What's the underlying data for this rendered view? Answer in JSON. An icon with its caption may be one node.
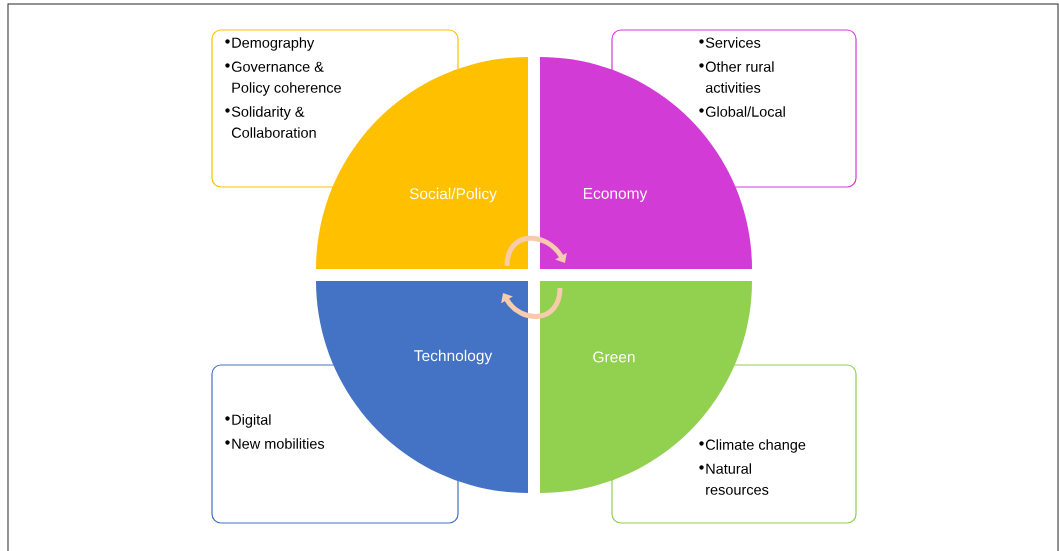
{
  "diagram": {
    "nodes": [
      {
        "text": [
          "Demography",
          "Governance & Policy coherence",
          "Solidarity & Collaboration"
        ]
      },
      {
        "text": [
          "Services",
          "Other rural activities",
          "Global/Local"
        ]
      },
      {
        "text": [
          "Social/Policy"
        ]
      },
      {
        "text": [
          "Economy"
        ]
      },
      {
        "text": [
          "Technology"
        ]
      },
      {
        "text": [
          "Green"
        ]
      },
      {
        "text": [
          "Digital",
          "New mobilities"
        ]
      },
      {
        "text": [
          "Climate change",
          "Natural resources"
        ]
      }
    ],
    "edges": [
      {
        "from": 2,
        "to": 3,
        "arrow": "to"
      },
      {
        "from": 5,
        "to": 4,
        "arrow": "to"
      }
    ]
  }
}
